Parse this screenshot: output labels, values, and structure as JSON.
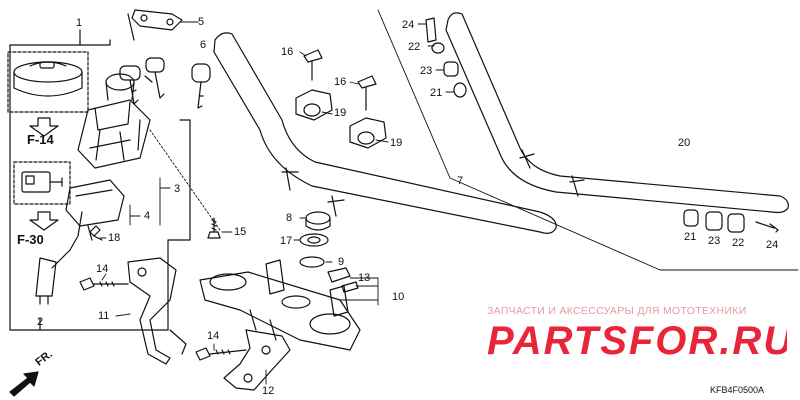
{
  "diagram": {
    "callouts": [
      {
        "id": "c1",
        "text": "1"
      },
      {
        "id": "c5",
        "text": "5"
      },
      {
        "id": "c6",
        "text": "6"
      },
      {
        "id": "c16a",
        "text": "16"
      },
      {
        "id": "c16b",
        "text": "16"
      },
      {
        "id": "c19a",
        "text": "19"
      },
      {
        "id": "c19b",
        "text": "19"
      },
      {
        "id": "c24a",
        "text": "24"
      },
      {
        "id": "c22a",
        "text": "22"
      },
      {
        "id": "c23a",
        "text": "23"
      },
      {
        "id": "c21a",
        "text": "21"
      },
      {
        "id": "c20",
        "text": "20"
      },
      {
        "id": "c7",
        "text": "7"
      },
      {
        "id": "c3",
        "text": "3"
      },
      {
        "id": "c4",
        "text": "4"
      },
      {
        "id": "c18",
        "text": "18"
      },
      {
        "id": "c15",
        "text": "15"
      },
      {
        "id": "c8",
        "text": "8"
      },
      {
        "id": "c17",
        "text": "17"
      },
      {
        "id": "c9",
        "text": "9"
      },
      {
        "id": "c13",
        "text": "13"
      },
      {
        "id": "c10",
        "text": "10"
      },
      {
        "id": "c14a",
        "text": "14"
      },
      {
        "id": "c11",
        "text": "11"
      },
      {
        "id": "c14b",
        "text": "14"
      },
      {
        "id": "c12",
        "text": "12"
      },
      {
        "id": "c2",
        "text": "2"
      },
      {
        "id": "c21b",
        "text": "21"
      },
      {
        "id": "c23b",
        "text": "23"
      },
      {
        "id": "c22b",
        "text": "22"
      },
      {
        "id": "c24b",
        "text": "24"
      }
    ],
    "refs": [
      {
        "id": "f14",
        "text": "F-14"
      },
      {
        "id": "f30",
        "text": "F-30"
      }
    ],
    "direction": "FR.",
    "code": "KFB4F0500A"
  },
  "watermark": {
    "text": "ЗАПЧАСТИ И АКСЕССУАРЫ ДЛЯ МОТОТЕХНИКИ",
    "logo_part1": "PARTS",
    "logo_part2": "FOR",
    "logo_part3": ".RU",
    "color": "#e8263a"
  }
}
